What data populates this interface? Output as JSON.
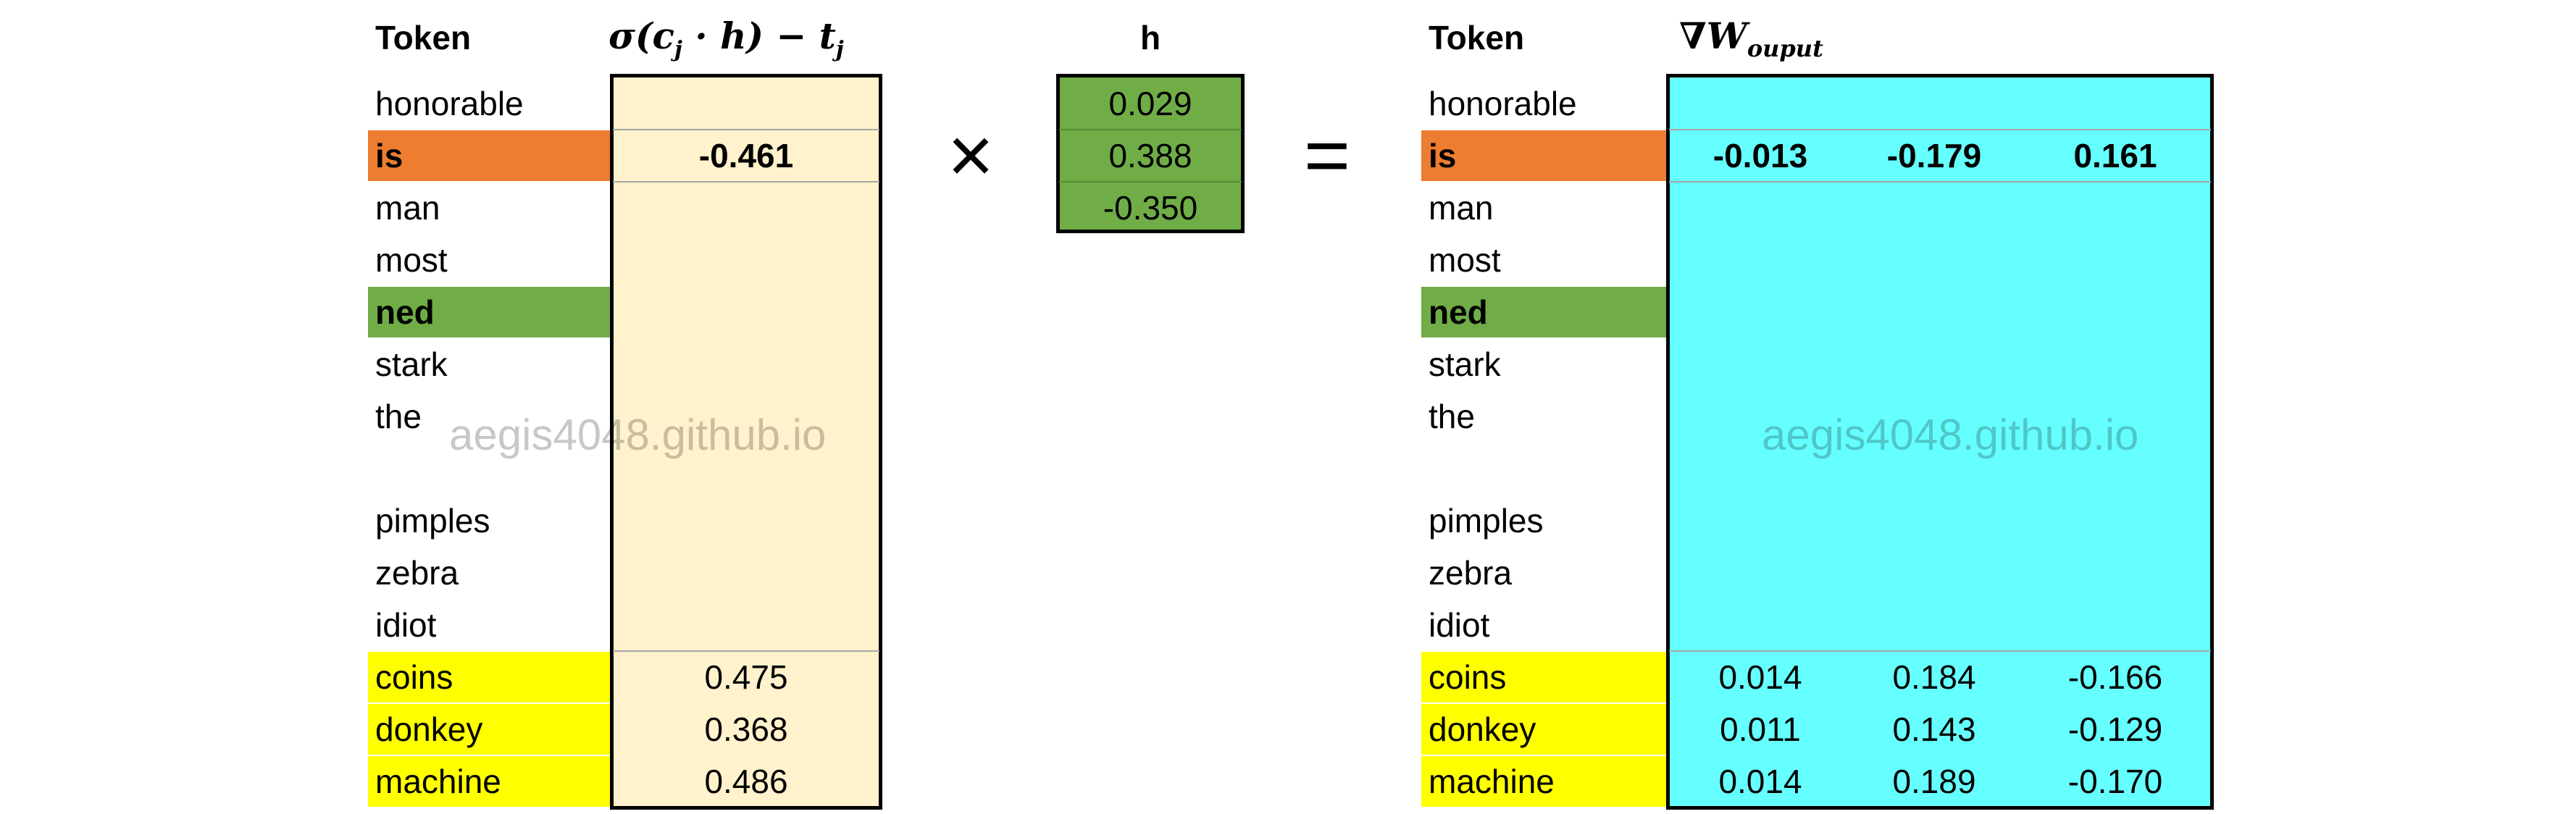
{
  "left_table": {
    "token_header": "Token",
    "value_header": "σ(cj · h) − tj",
    "tokens": [
      "honorable",
      "is",
      "man",
      "most",
      "ned",
      "stark",
      "the",
      "",
      "pimples",
      "zebra",
      "idiot",
      "coins",
      "donkey",
      "machine"
    ],
    "values": [
      "",
      "-0.461",
      "",
      "",
      "",
      "",
      "",
      "",
      "",
      "",
      "",
      "0.475",
      "0.368",
      "0.486"
    ]
  },
  "multiply_symbol": "×",
  "h_vector": {
    "header": "h",
    "values": [
      "0.029",
      "0.388",
      "-0.350"
    ]
  },
  "equals_symbol": "=",
  "right_table": {
    "token_header": "Token",
    "value_header": "∇W ouput",
    "tokens": [
      "honorable",
      "is",
      "man",
      "most",
      "ned",
      "stark",
      "the",
      "",
      "pimples",
      "zebra",
      "idiot",
      "coins",
      "donkey",
      "machine"
    ],
    "rows": {
      "is": [
        "-0.013",
        "-0.179",
        "0.161"
      ],
      "coins": [
        "0.014",
        "0.184",
        "-0.166"
      ],
      "donkey": [
        "0.011",
        "0.143",
        "-0.129"
      ],
      "machine": [
        "0.014",
        "0.189",
        "-0.170"
      ]
    }
  },
  "watermark": "aegis4048.github.io",
  "colors": {
    "target_word": "#ed7d31",
    "center_word": "#70ad47",
    "negative_samples": "#ffff00",
    "left_column_fill": "#fff2cc",
    "h_fill": "#70ad47",
    "gradient_fill": "#66ffff"
  }
}
